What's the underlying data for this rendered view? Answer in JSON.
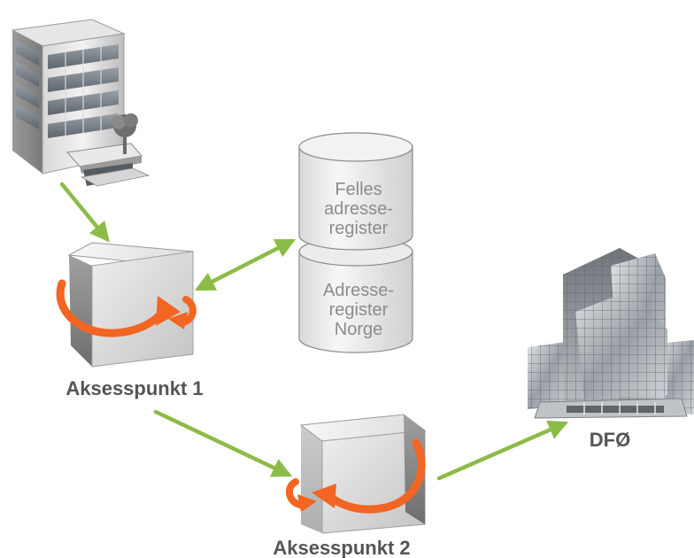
{
  "nodes": {
    "company": {
      "icon": "office-building-icon"
    },
    "access_point_1": {
      "icon": "cube-exchange-icon",
      "label": "Aksesspunkt 1"
    },
    "access_point_2": {
      "icon": "cube-exchange-icon",
      "label": "Aksesspunkt 2"
    },
    "dfo": {
      "icon": "glass-office-building-icon",
      "label": "DFØ"
    },
    "database": {
      "icon": "database-icon",
      "top_lines": [
        "Felles",
        "adresse-",
        "register"
      ],
      "bottom_lines": [
        "Adresse-",
        "register",
        "Norge"
      ]
    }
  },
  "colors": {
    "arrow": "#8cbb47",
    "rotation_arrow": "#f26522",
    "label": "#555555",
    "db_text": "#8c8c8c"
  }
}
